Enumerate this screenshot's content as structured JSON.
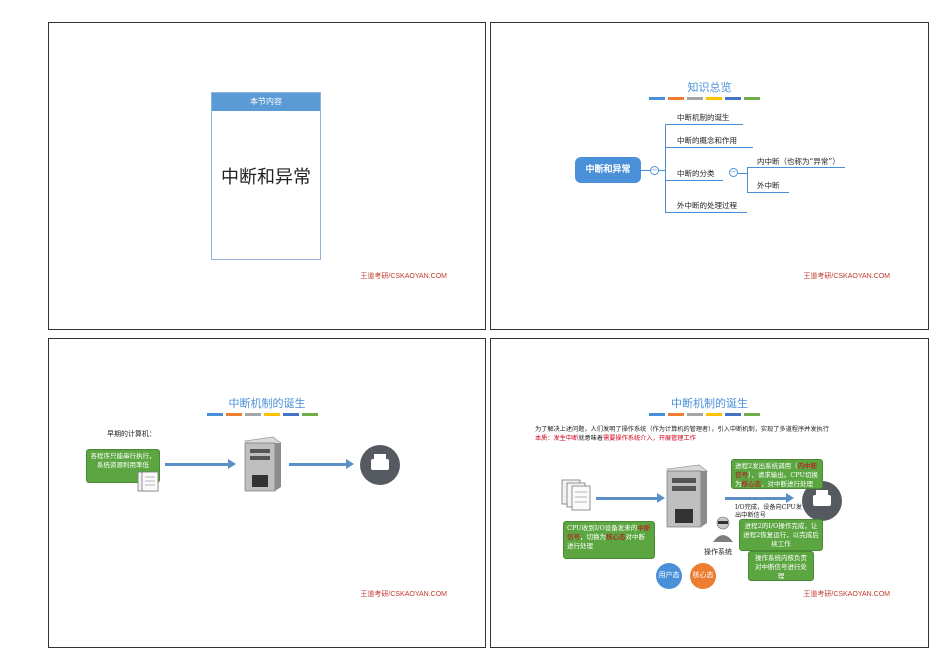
{
  "colors": {
    "accent": "#4a90d9",
    "footer": "#c0392b",
    "green": "#5ca642",
    "bar": [
      "#4a90d9",
      "#ed7d31",
      "#a5a5a5",
      "#ffc000",
      "#4472c4",
      "#70ad47"
    ]
  },
  "footer": "王道考研/CSKAOYAN.COM",
  "slide1": {
    "section_header": "本节内容",
    "section_title": "中断和异常"
  },
  "slide2": {
    "title": "知识总览",
    "root": "中断和异常",
    "nodes": {
      "birth": "中断机制的诞生",
      "concept": "中断的概念和作用",
      "types": "中断的分类",
      "internal": "内中断（也称为“异常”）",
      "external": "外中断",
      "process": "外中断的处理过程"
    }
  },
  "slide3": {
    "title": "中断机制的诞生",
    "label": "早期的计算机：",
    "green_box": "各程序只能串行执行，系统资源利用率低"
  },
  "slide4": {
    "title": "中断机制的诞生",
    "line1": "为了解决上述问题，人们发明了操作系统（作为计算机的管理者），引入中断机制，实现了多道程序并发执行",
    "line2_red1": "本质：发生中断",
    "line2_black1": "就意味着",
    "line2_red2": "需要操作系统介入，开展管理工作",
    "box_top_a": "进程2发出系统调用（",
    "box_top_red1": "内中断信号",
    "box_top_b": "），请求输出。CPU切换为",
    "box_top_red2": "核心态",
    "box_top_c": "，对中断进行处理",
    "io_done": "I/O完成，设备向CPU发出中断信号",
    "box_left_a": "CPU收到I/O设备发来的",
    "box_left_red1": "中断信号",
    "box_left_b": "，切换为",
    "box_left_red2": "核心态",
    "box_left_c": "对中断进行处理",
    "box_right1": "进程2的I/O操作完成，让进程2恢复运行，以完成后续工作",
    "box_right2": "操作系统内核负责对中断信号进行处理",
    "os_label": "操作系统",
    "user_mode": "用户态",
    "kernel_mode": "核心态"
  }
}
